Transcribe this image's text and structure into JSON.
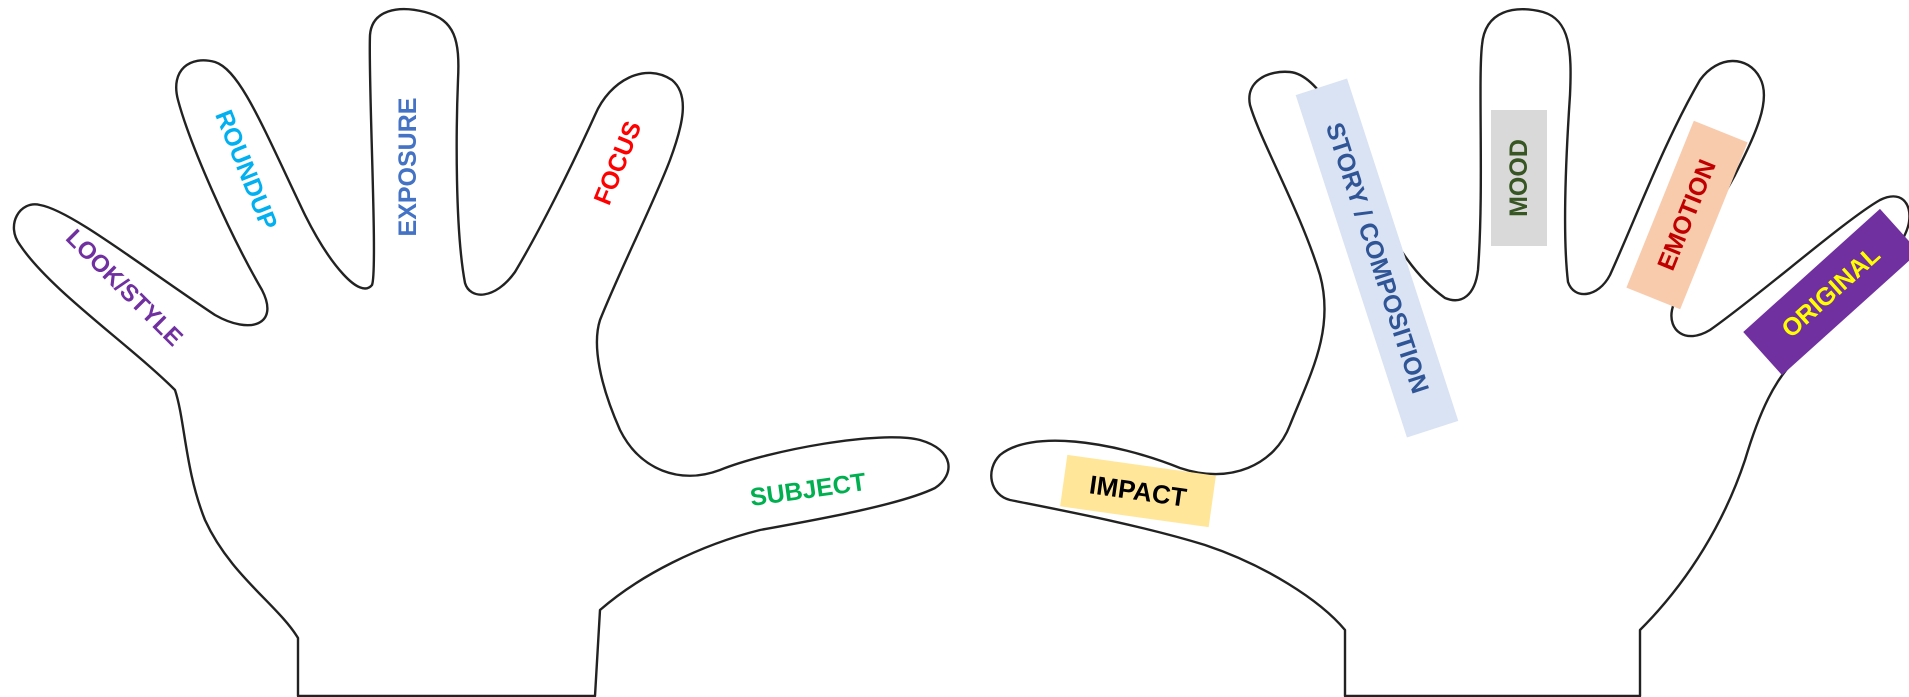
{
  "left_hand": {
    "labels": {
      "look_style": "LOOK/STYLE",
      "roundup": "ROUNDUP",
      "exposure": "EXPOSURE",
      "focus": "FOCUS",
      "subject": "SUBJECT"
    }
  },
  "right_hand": {
    "labels": {
      "impact": "IMPACT",
      "story_composition": "STORY / COMPOSITION",
      "mood": "MOOD",
      "emotion": "EMOTION",
      "original": "ORIGINAL"
    }
  },
  "colors": {
    "look_style": "#7030a0",
    "roundup": "#00b0f0",
    "exposure": "#4472c4",
    "focus": "#ff0000",
    "subject": "#00b050",
    "impact_text": "#000000",
    "impact_bg": "#ffe699",
    "story_text": "#2f5597",
    "story_bg": "#dae3f3",
    "mood_text": "#375623",
    "mood_bg": "#d9d9d9",
    "emotion_text": "#c00000",
    "emotion_bg": "#f8cbad",
    "original_text": "#ffff00",
    "original_bg": "#7030a0"
  }
}
